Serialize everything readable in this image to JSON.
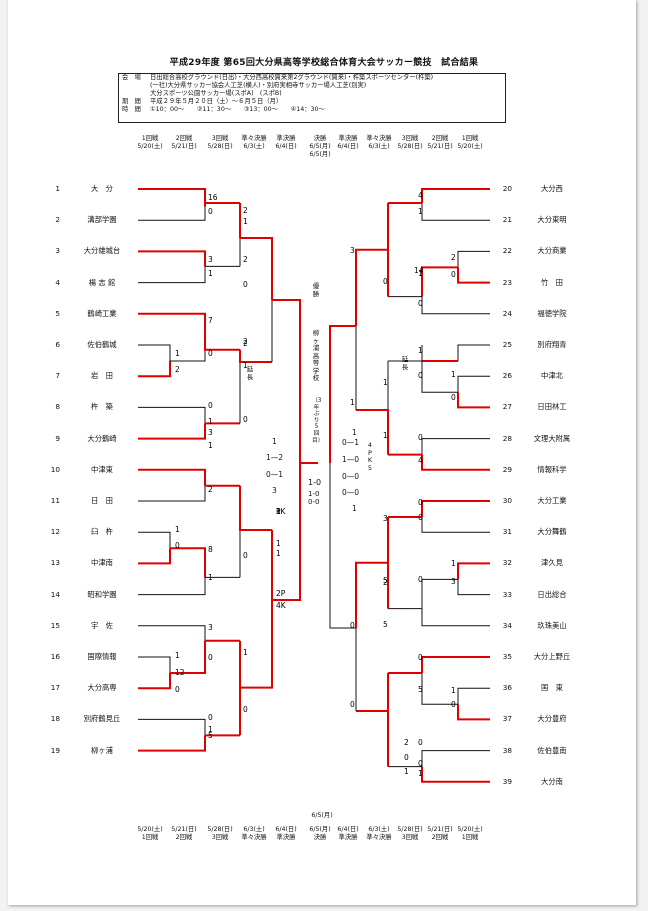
{
  "title": "平成29年度 第65回大分県高等学校総合体育大会サッカー競技　試合結果",
  "info": [
    {
      "k": "会　場",
      "v": "日出総合高校グラウンド(日出)・大分西高校賀来第2グラウンド(賀来)・杵築スポーツセンター(杵築)"
    },
    {
      "k": "",
      "v": "(一社)大分県サッカー協会人工芝(横人)・別府実相寺サッカー場人工芝(別実)"
    },
    {
      "k": "",
      "v": "大分スポーツ公園サッカー場(スポA)　(スポB)"
    },
    {
      "k": "期　間",
      "v": "平成２９年５月２０日（土）～６月５日（月）"
    },
    {
      "k": "時　間",
      "v": "①10：00～　　②11：30～　　③13：00～　　④14：30～"
    }
  ],
  "schedule_top": [
    {
      "round": "1回戦",
      "date": "5/20(土)"
    },
    {
      "round": "2回戦",
      "date": "5/21(日)"
    },
    {
      "round": "3回戦",
      "date": "5/28(日)"
    },
    {
      "round": "準々決勝",
      "date": "6/3(土)"
    },
    {
      "round": "準決勝",
      "date": "6/4(日)"
    },
    {
      "round": "決勝",
      "date": "6/5(月)"
    },
    {
      "round": "準決勝",
      "date": "6/4(日)"
    },
    {
      "round": "準々決勝",
      "date": "6/3(土)"
    },
    {
      "round": "3回戦",
      "date": "5/28(日)"
    },
    {
      "round": "2回戦",
      "date": "5/21(日)"
    },
    {
      "round": "1回戦",
      "date": "5/20(土)"
    }
  ],
  "schedule_bottom": [
    {
      "round": "1回戦",
      "date": "5/20(土)"
    },
    {
      "round": "2回戦",
      "date": "5/21(日)"
    },
    {
      "round": "3回戦",
      "date": "5/28(日)"
    },
    {
      "round": "準々決勝",
      "date": "6/3(土)"
    },
    {
      "round": "準決勝",
      "date": "6/4(日)"
    },
    {
      "round": "決勝",
      "date": "6/5(月)"
    },
    {
      "round": "準決勝",
      "date": "6/4(日)"
    },
    {
      "round": "準々決勝",
      "date": "6/3(土)"
    },
    {
      "round": "3回戦",
      "date": "5/28(日)"
    },
    {
      "round": "2回戦",
      "date": "5/21(日)"
    },
    {
      "round": "1回戦",
      "date": "5/20(土)"
    }
  ],
  "final_date": "6/5(月)",
  "teams_left": [
    {
      "n": "1",
      "name": "大　分"
    },
    {
      "n": "2",
      "name": "溝部学園"
    },
    {
      "n": "3",
      "name": "大分雄城台"
    },
    {
      "n": "4",
      "name": "楊 志 館"
    },
    {
      "n": "5",
      "name": "鶴崎工業"
    },
    {
      "n": "6",
      "name": "佐伯鶴城"
    },
    {
      "n": "7",
      "name": "岩　田"
    },
    {
      "n": "8",
      "name": "杵　築"
    },
    {
      "n": "9",
      "name": "大分鶴崎"
    },
    {
      "n": "10",
      "name": "中津東"
    },
    {
      "n": "11",
      "name": "日　田"
    },
    {
      "n": "12",
      "name": "臼　杵"
    },
    {
      "n": "13",
      "name": "中津南"
    },
    {
      "n": "14",
      "name": "昭和学園"
    },
    {
      "n": "15",
      "name": "宇　佐"
    },
    {
      "n": "16",
      "name": "国際情報"
    },
    {
      "n": "17",
      "name": "大分高専"
    },
    {
      "n": "18",
      "name": "別府鶴見丘"
    },
    {
      "n": "19",
      "name": "柳ヶ浦"
    }
  ],
  "teams_right": [
    {
      "n": "20",
      "name": "大分西"
    },
    {
      "n": "21",
      "name": "大分東明"
    },
    {
      "n": "22",
      "name": "大分商業"
    },
    {
      "n": "23",
      "name": "竹　田"
    },
    {
      "n": "24",
      "name": "福徳学院"
    },
    {
      "n": "25",
      "name": "別府翔青"
    },
    {
      "n": "26",
      "name": "中津北"
    },
    {
      "n": "27",
      "name": "日田林工"
    },
    {
      "n": "28",
      "name": "文理大附属"
    },
    {
      "n": "29",
      "name": "情報科学"
    },
    {
      "n": "30",
      "name": "大分工業"
    },
    {
      "n": "31",
      "name": "大分舞鶴"
    },
    {
      "n": "32",
      "name": "津久見"
    },
    {
      "n": "33",
      "name": "日出総合"
    },
    {
      "n": "34",
      "name": "玖珠美山"
    },
    {
      "n": "35",
      "name": "大分上野丘"
    },
    {
      "n": "36",
      "name": "国　東"
    },
    {
      "n": "37",
      "name": "大分豊府"
    },
    {
      "n": "38",
      "name": "佐伯豊南"
    },
    {
      "n": "39",
      "name": "大分南"
    }
  ],
  "scores": [
    "16",
    "0",
    "2",
    "1",
    "3",
    "1",
    "2",
    "0",
    "7",
    "0",
    "1",
    "2",
    "2",
    "1",
    "0",
    "1",
    "3",
    "1",
    "1",
    "0",
    "2",
    "2",
    "8",
    "0",
    "0",
    "1",
    "3",
    "0",
    "1",
    "0",
    "1",
    "12",
    "0",
    "1",
    "5",
    "0",
    "1",
    "2P",
    "4K",
    "1",
    "4",
    "1",
    "3",
    "0",
    "1",
    "2",
    "14",
    "0",
    "0",
    "1",
    "1",
    "0",
    "1",
    "0",
    "0",
    "1",
    "1",
    "3",
    "4",
    "0",
    "0",
    "5",
    "1",
    "3",
    "0",
    "2",
    "0",
    "5",
    "0",
    "1",
    "5",
    "0",
    "0",
    "0",
    "1",
    "2",
    "0",
    "1",
    "0",
    "PK",
    "3",
    "1",
    "0",
    "1"
  ],
  "labels": {
    "winner_v": "優勝",
    "school_v": "柳ヶ浦高等学校",
    "years_v": "（3年ぶり5回目）",
    "enchou_left": "延長",
    "enchou_right": "延長",
    "pk_left": "1—2 0—1 3",
    "pk_right_top": "1",
    "pk_right": "4 P K 5",
    "final_score": "1-0",
    "final_detail1": "1-0",
    "final_detail2": "0-0",
    "left_detail": [
      "1",
      "1—2",
      "0—1",
      "3"
    ],
    "right_detail": [
      "1",
      "0—1",
      "1—0",
      "0—0",
      "0—0",
      "1"
    ]
  },
  "colors": {
    "accent": "#e00000",
    "line": "#111111"
  }
}
